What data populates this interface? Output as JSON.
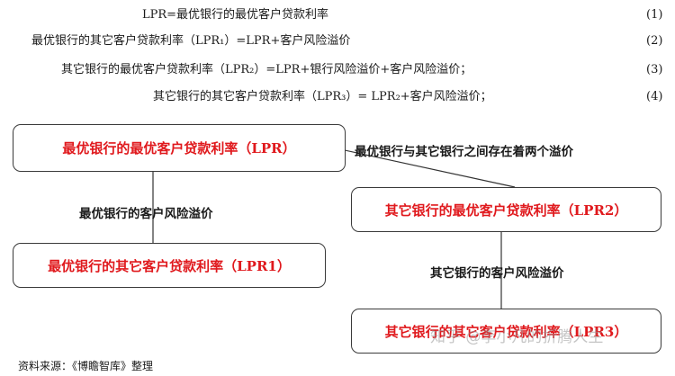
{
  "formulas": [
    {
      "text": "LPR=最优银行的最优客户贷款利率",
      "number": "(1)"
    },
    {
      "text": "最优银行的其它客户贷款利率（LPR₁）=LPR+客户风险溢价",
      "number": "(2)"
    },
    {
      "text": "其它银行的最优客户贷款利率（LPR₂）=LPR+银行风险溢价+客户风险溢价；",
      "number": "(3)"
    },
    {
      "text": "其它银行的其它客户贷款利率（LPR₃）= LPR₂+客户风险溢价；",
      "number": "(4)"
    }
  ],
  "diagram": {
    "box_top_left": "最优银行的最优客户贷款利率（LPR）",
    "box_bottom_left": "最优银行的其它客户贷款利率（LPR1）",
    "box_mid_right": "其它银行的最优客户贷款利率（LPR2）",
    "box_bottom_right": "其它银行的其它客户贷款利率（LPR3）",
    "label_left_connector": "最优银行的客户风险溢价",
    "label_top_connector": "最优银行与其它银行之间存在着两个溢价",
    "label_right_connector": "其它银行的客户风险溢价",
    "box_text_color": "#e0191d"
  },
  "source": "资料来源：《博瞻智库》整理",
  "watermark": "知乎 @李小凡的折腾人生"
}
